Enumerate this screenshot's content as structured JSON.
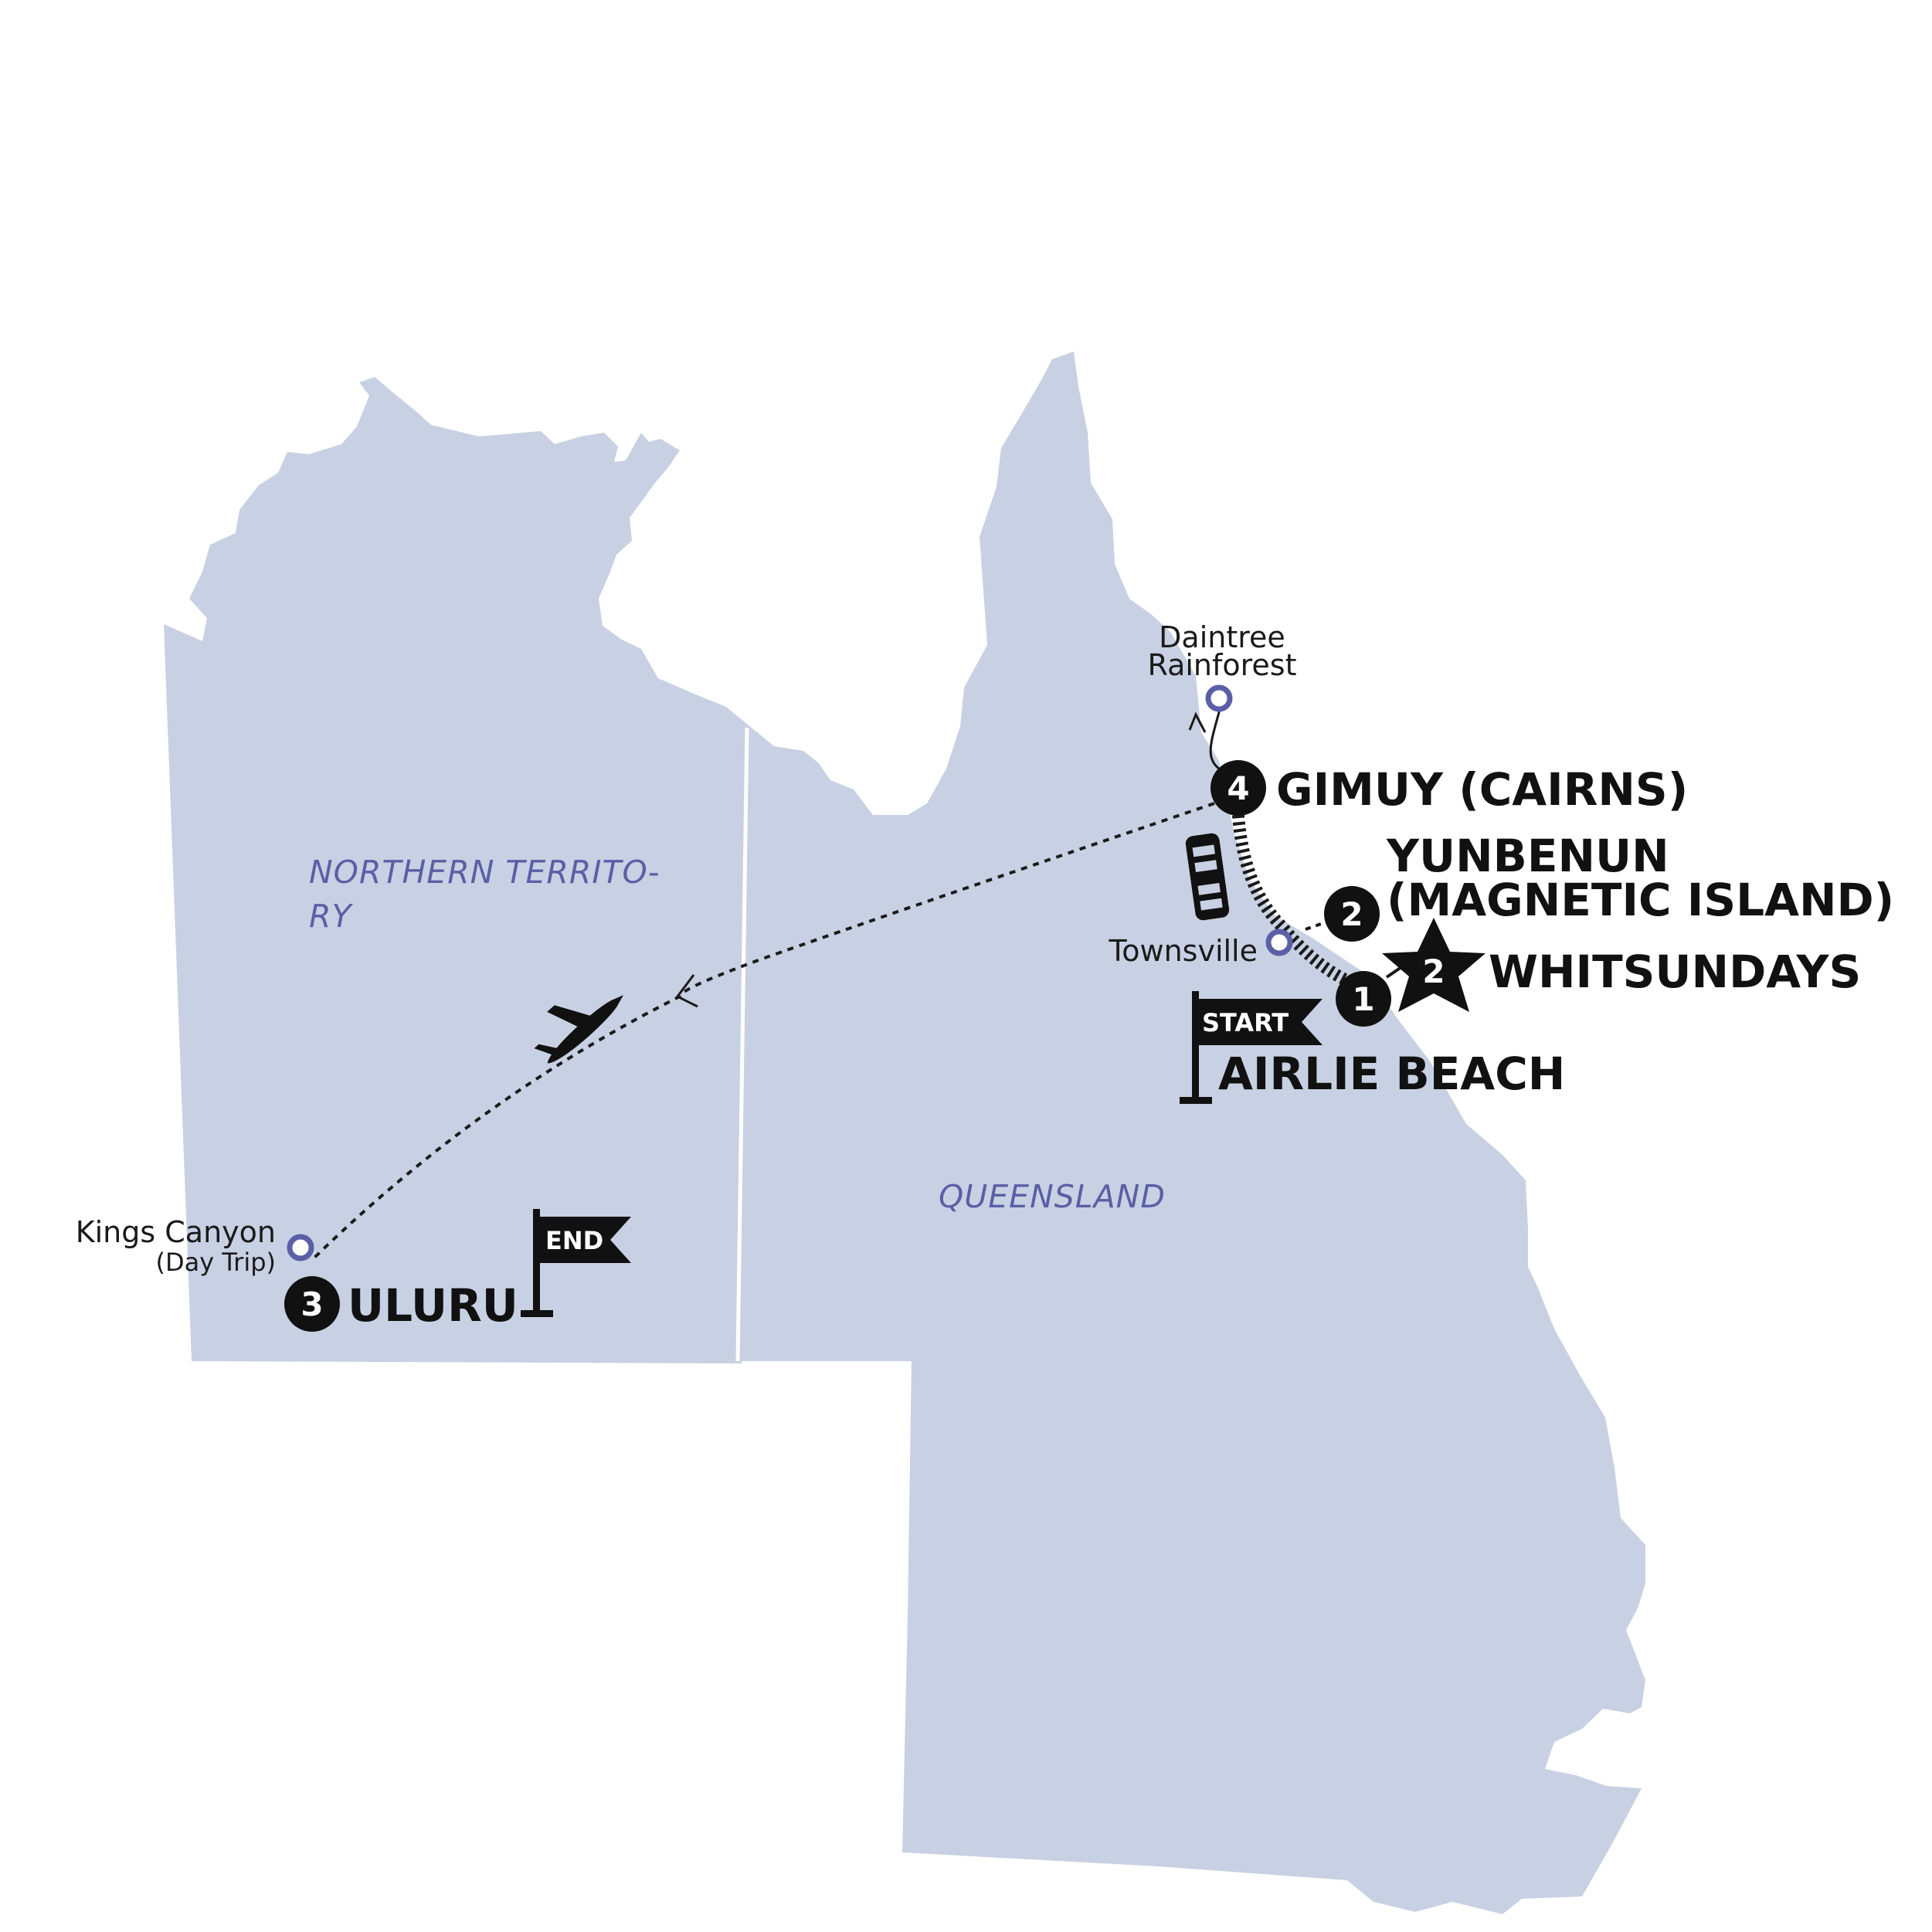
{
  "regions": {
    "northern_territory": "NORTHERN TERRITO-",
    "northern_territory_cont": "RY",
    "queensland": "QUEENSLAND"
  },
  "places": {
    "daintree_line1": "Daintree",
    "daintree_line2": "Rainforest",
    "townsville": "Townsville",
    "kings_canyon": "Kings Canyon",
    "kings_canyon_note": "(Day Trip)"
  },
  "stops": {
    "cairns": {
      "number": "4",
      "name": "GIMUY (CAIRNS)"
    },
    "magnetic_island": {
      "number": "2",
      "name_line1": "YUNBENUN",
      "name_line2": "(MAGNETIC ISLAND)"
    },
    "whitsundays": {
      "number": "2",
      "name": "WHITSUNDAYS"
    },
    "airlie_beach": {
      "number": "1",
      "name": "AIRLIE BEACH"
    },
    "uluru": {
      "number": "3",
      "name": "ULURU"
    }
  },
  "flags": {
    "start": "START",
    "end": "END"
  },
  "colors": {
    "land": "#c8d1e3",
    "region_label": "#5a5fa6",
    "place_marker": "#5a5fa6",
    "stop_marker": "#111111"
  },
  "icons": [
    "plane-icon",
    "ferry-icon",
    "start-flag-icon",
    "end-flag-icon",
    "star-icon"
  ]
}
